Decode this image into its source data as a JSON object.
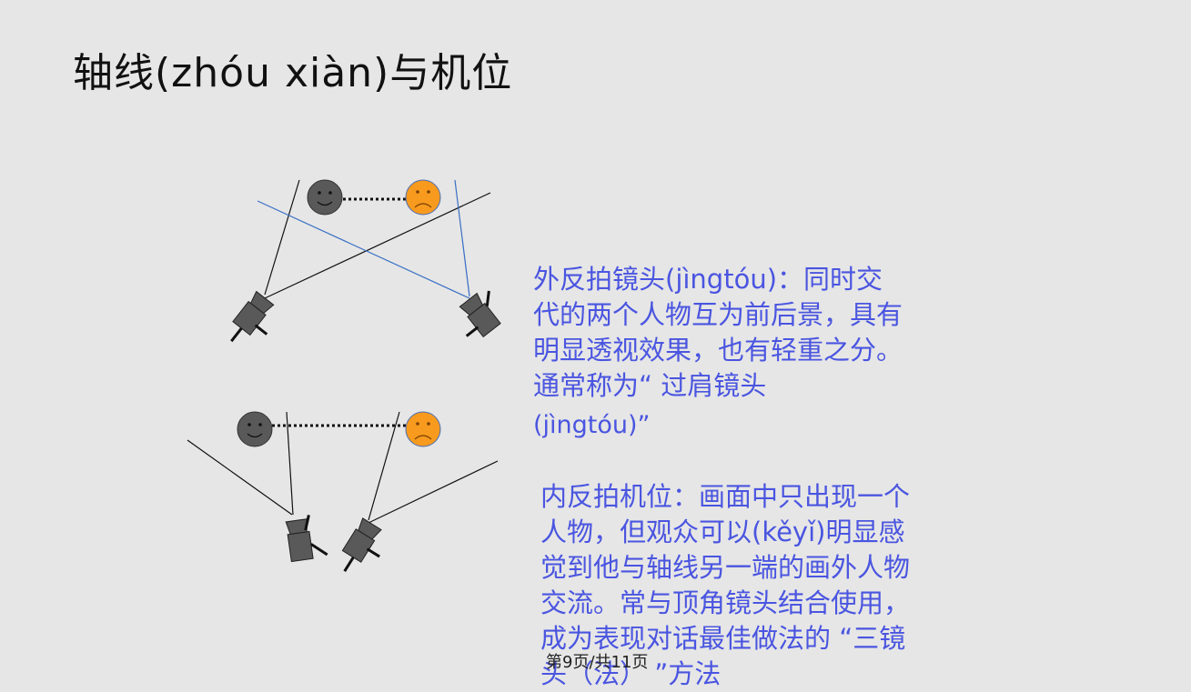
{
  "slide": {
    "title": "轴线(zhóu xiàn)与机位",
    "paragraph1": [
      "外反拍镜头(jìngtóu)：同时交",
      "代的两个人物互为前后景，具有",
      "明显透视效果，也有轻重之分。",
      "通常称为“ 过肩镜头",
      "(jìngtóu)”"
    ],
    "paragraph2": [
      "内反拍机位：画面中只出现一个",
      "人物，但观众可以(kěyǐ)明显感",
      "觉到他与轴线另一端的画外人物",
      "交流。常与顶角镜头结合使用，",
      "成为表现对话最佳做法的 “三镜",
      "头（法） ”方法"
    ],
    "footer": "第9页/共11页"
  },
  "colors": {
    "background": "#e6e6e6",
    "body_text": "#4a55e0",
    "face_dark": "#595959",
    "face_orange": "#f79a1e",
    "camera": "#595959",
    "sightline_blue": "#3a6fc4"
  },
  "icons": [
    "smiling-face-icon",
    "sad-face-icon",
    "camera-icon"
  ]
}
